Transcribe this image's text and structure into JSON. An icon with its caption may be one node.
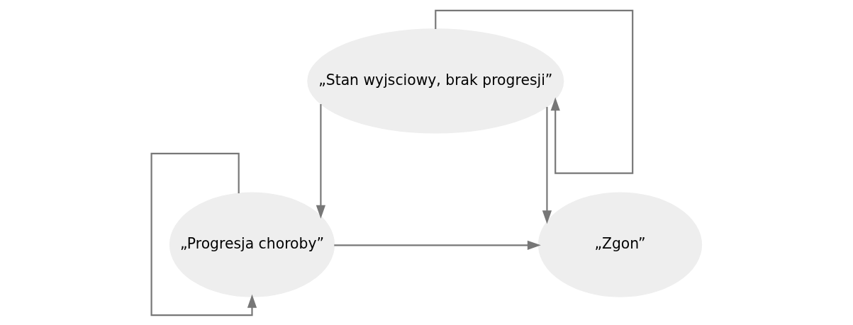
{
  "diagram": {
    "nodes": [
      {
        "text": [
          "„Stan wyjsciowy, brak progresji”"
        ]
      },
      {
        "text": [
          "„Progresja choroby”"
        ]
      },
      {
        "text": [
          "„Zgon”"
        ]
      }
    ],
    "edges": [
      {
        "from": 0,
        "to": 0,
        "arrow": "to"
      },
      {
        "from": 0,
        "to": 1,
        "arrow": "to"
      },
      {
        "from": 0,
        "to": 2,
        "arrow": "to"
      },
      {
        "from": 1,
        "to": 1,
        "arrow": "to"
      },
      {
        "from": 1,
        "to": 2,
        "arrow": "to"
      }
    ]
  }
}
